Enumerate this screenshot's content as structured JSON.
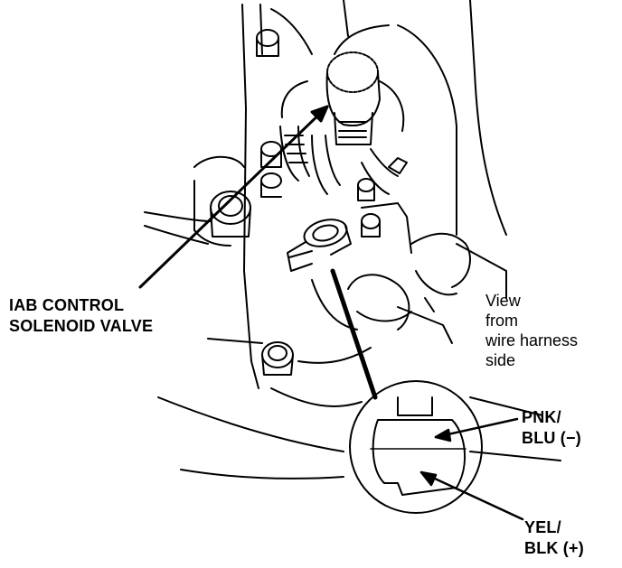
{
  "labels": {
    "solenoid": {
      "line1": "IAB CONTROL",
      "line2": "SOLENOID VALVE"
    },
    "view": {
      "line1": "View",
      "line2": "from",
      "line3": "wire harness",
      "line4": "side"
    },
    "terminal_neg": {
      "line1": "PNK/",
      "line2": "BLU (−)"
    },
    "terminal_pos": {
      "line1": "YEL/",
      "line2": "BLK (+)"
    }
  }
}
